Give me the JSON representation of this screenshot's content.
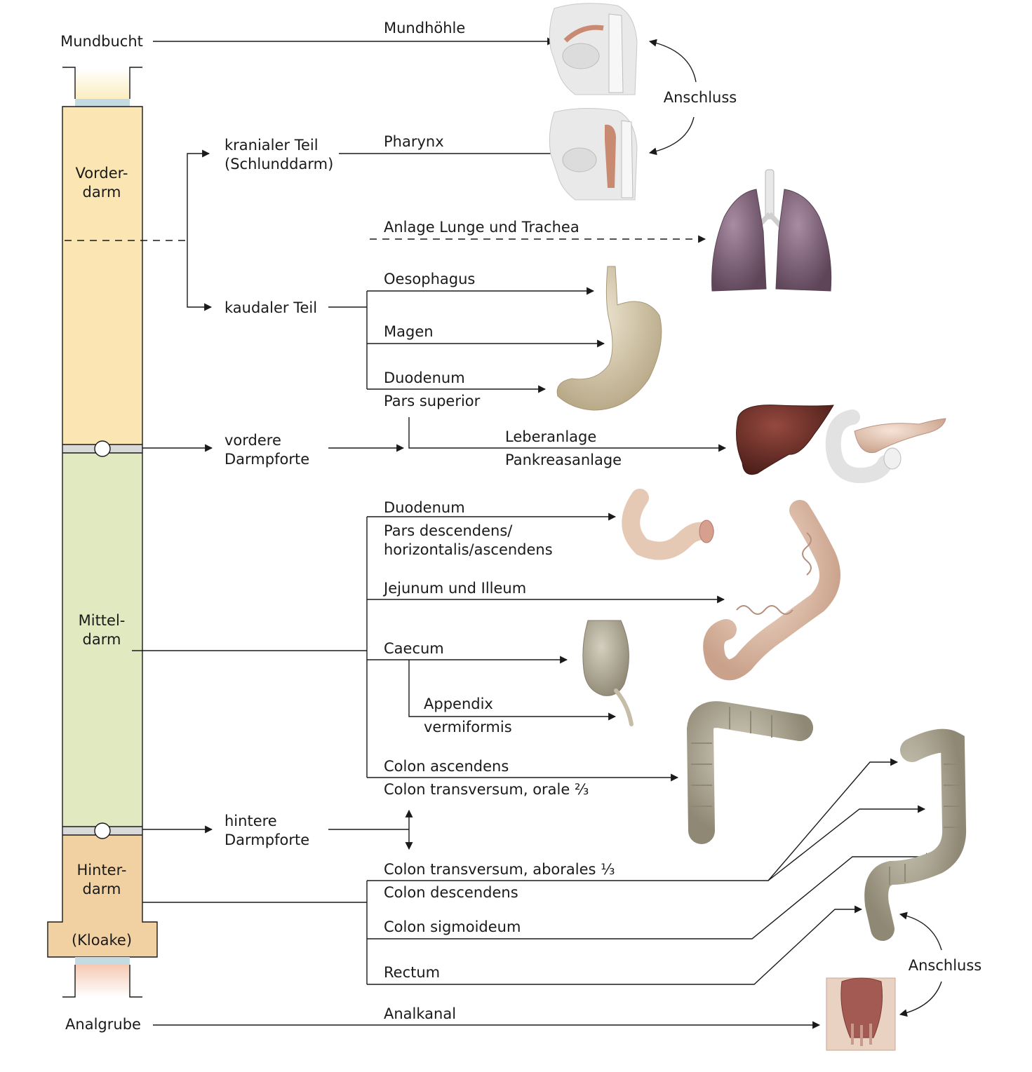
{
  "gut": {
    "mundbucht": "Mundbucht",
    "vorderdarm": [
      "Vorder-",
      "darm"
    ],
    "mitteldarm": [
      "Mittel-",
      "darm"
    ],
    "hinterdarm": [
      "Hinter-",
      "darm"
    ],
    "kloake": "(Kloake)",
    "analgrube": "Analgrube"
  },
  "middle": {
    "kranial": [
      "kranialer Teil",
      "(Schlunddarm)"
    ],
    "kaudal": "kaudaler Teil",
    "vordere_darmpforte": [
      "vordere",
      "Darmpforte"
    ],
    "hintere_darmpforte": [
      "hintere",
      "Darmpforte"
    ]
  },
  "targets": {
    "mundhoehle": "Mundhöhle",
    "pharynx": "Pharynx",
    "lunge": "Anlage Lunge und Trachea",
    "oesophagus": "Oesophagus",
    "magen": "Magen",
    "duodenum_sup": [
      "Duodenum",
      "Pars superior"
    ],
    "leber_pankreas": [
      "Leberanlage",
      "Pankreasanlage"
    ],
    "duodenum_desc": [
      "Duodenum",
      "Pars descendens/",
      "horizontalis/ascendens"
    ],
    "jejunum": "Jejunum und Illeum",
    "caecum": "Caecum",
    "appendix": [
      "Appendix",
      "vermiformis"
    ],
    "colon_asc": [
      "Colon ascendens",
      "Colon transversum, orale ⅔"
    ],
    "colon_trans_ab": "Colon transversum, aborales ⅓",
    "colon_desc": "Colon descendens",
    "colon_sig": "Colon sigmoideum",
    "rectum": "Rectum",
    "analkanal": "Analkanal"
  },
  "anschluss": {
    "top": "Anschluss",
    "bottom": "Anschluss"
  },
  "colors": {
    "vorderdarm": "#fae5b3",
    "mitteldarm": "#e0e9bf",
    "hinterdarm": "#f1d1a2",
    "membrane": "#c5dbe3",
    "septum": "#d9d9d9",
    "organ_pink": "#e7c5b0",
    "organ_beige": "#d6c9ac",
    "organ_gray": "#b2ab98",
    "organ_lung": "#8a6c84",
    "organ_liver": "#6b2f28"
  },
  "illustrations": [
    "head-sagittal-oral",
    "head-sagittal-pharynx",
    "lungs-trachea",
    "stomach",
    "liver",
    "pancreas-duodenum",
    "duodenum",
    "small-intestine",
    "caecum-appendix",
    "colon-transverse",
    "colon-descending-sigmoid",
    "anal-canal"
  ]
}
